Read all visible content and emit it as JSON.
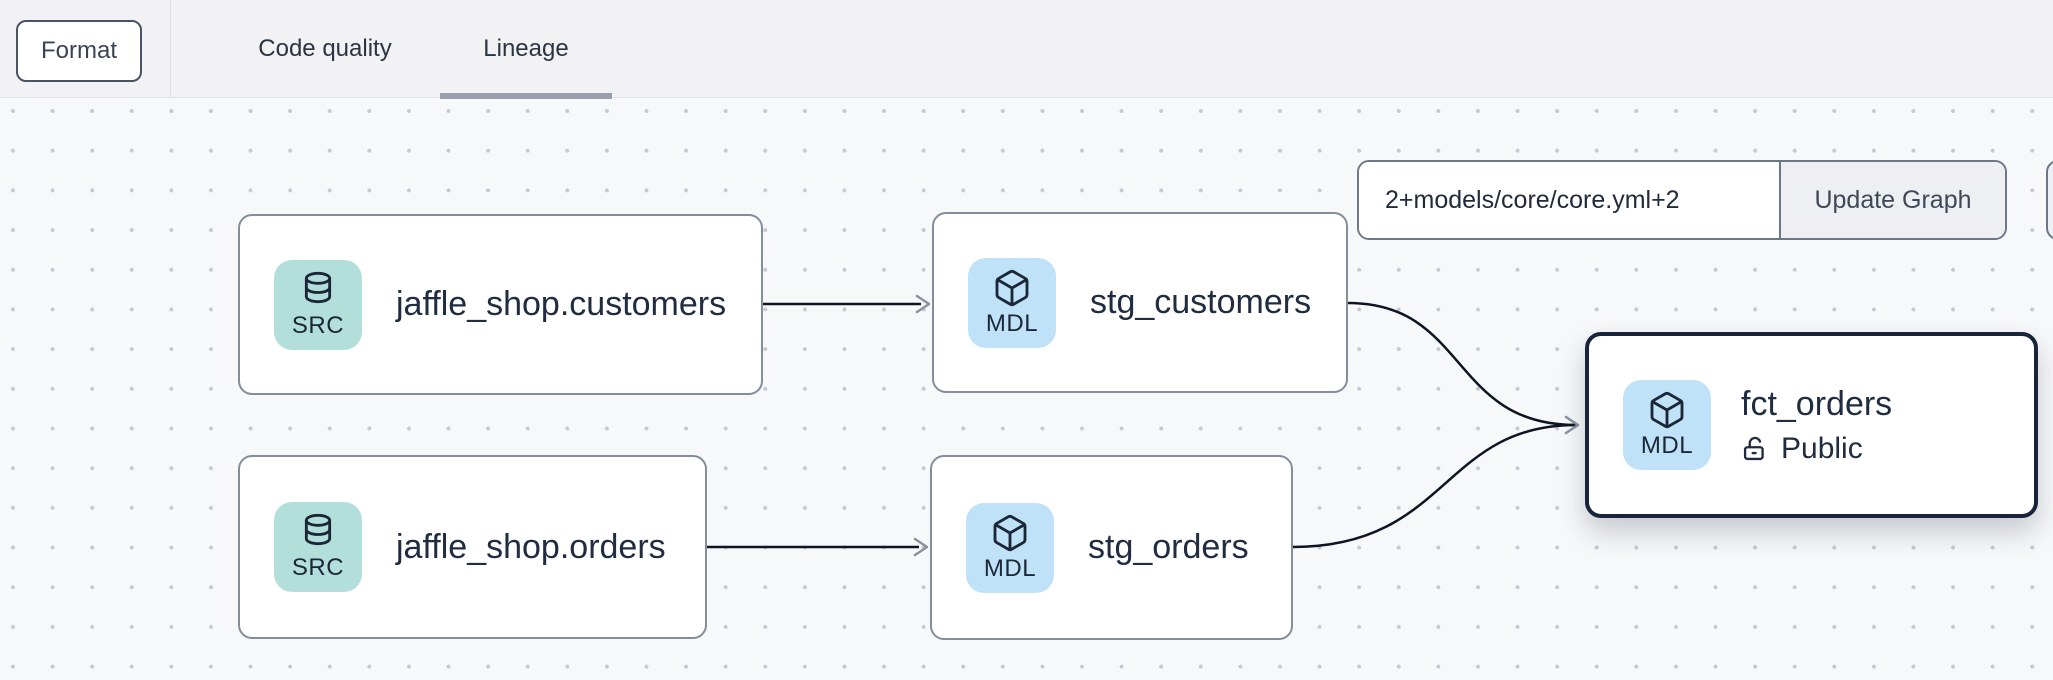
{
  "header": {
    "format_button": "Format",
    "tabs": [
      {
        "label": "Code quality",
        "active": false
      },
      {
        "label": "Lineage",
        "active": true
      }
    ]
  },
  "toolbar": {
    "selector_value": "2+models/core/core.yml+2",
    "update_button": "Update Graph"
  },
  "graph": {
    "nodes": [
      {
        "id": "jaffle_shop_customers",
        "label": "jaffle_shop.customers",
        "badge": "SRC",
        "type": "source",
        "icon": "database-icon",
        "selected": false
      },
      {
        "id": "stg_customers",
        "label": "stg_customers",
        "badge": "MDL",
        "type": "model",
        "icon": "cube-icon",
        "selected": false
      },
      {
        "id": "jaffle_shop_orders",
        "label": "jaffle_shop.orders",
        "badge": "SRC",
        "type": "source",
        "icon": "database-icon",
        "selected": false
      },
      {
        "id": "stg_orders",
        "label": "stg_orders",
        "badge": "MDL",
        "type": "model",
        "icon": "cube-icon",
        "selected": false
      },
      {
        "id": "fct_orders",
        "label": "fct_orders",
        "badge": "MDL",
        "type": "model",
        "icon": "cube-icon",
        "selected": true,
        "access": "Public",
        "access_icon": "lock-open-icon"
      }
    ],
    "edges": [
      {
        "from": "jaffle_shop_customers",
        "to": "stg_customers"
      },
      {
        "from": "jaffle_shop_orders",
        "to": "stg_orders"
      },
      {
        "from": "stg_customers",
        "to": "fct_orders"
      },
      {
        "from": "stg_orders",
        "to": "fct_orders"
      }
    ]
  },
  "colors": {
    "source_badge": "#b3dfdb",
    "model_badge": "#bfe2f8",
    "node_border": "#848d9c",
    "selected_node_border": "#17243a",
    "edge": "#0d1522",
    "arrowhead": "#8b929f",
    "tab_underline": "#99a0ab",
    "topbar_bg": "#f2f2f5",
    "canvas_bg": "#f7f8fa",
    "text": "#202c3f"
  }
}
